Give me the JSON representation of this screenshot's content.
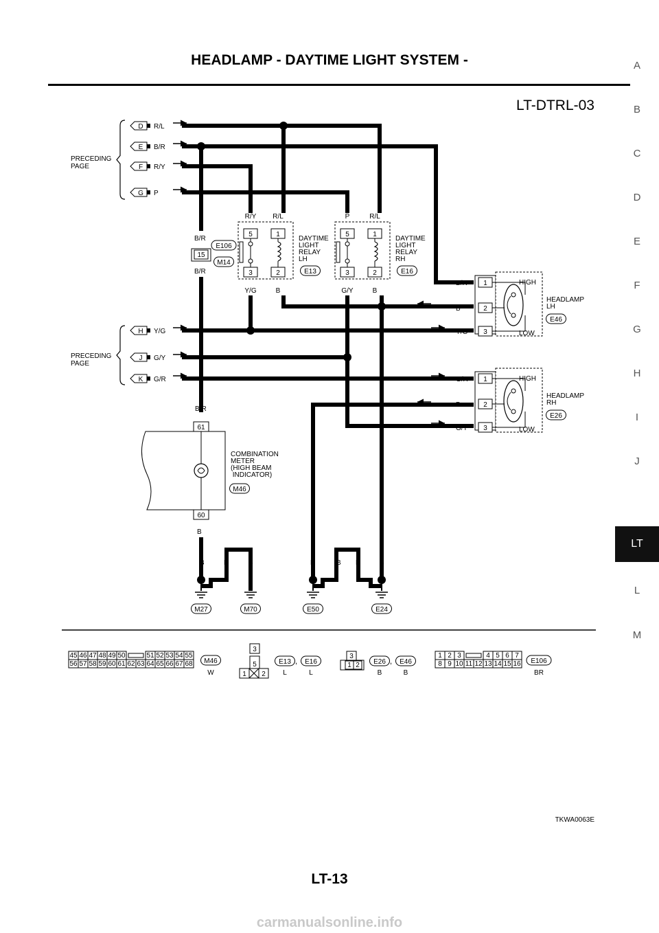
{
  "header": {
    "title": "HEADLAMP - DAYTIME LIGHT SYSTEM -"
  },
  "footer": {
    "page": "LT-13",
    "brand": "carmanualsonline.info"
  },
  "index_tabs": [
    {
      "label": "A",
      "active": false
    },
    {
      "label": "B",
      "active": false
    },
    {
      "label": "C",
      "active": false
    },
    {
      "label": "D",
      "active": false
    },
    {
      "label": "E",
      "active": false
    },
    {
      "label": "F",
      "active": false
    },
    {
      "label": "G",
      "active": false
    },
    {
      "label": "H",
      "active": false
    },
    {
      "label": "I",
      "active": false
    },
    {
      "label": "J",
      "active": false
    },
    {
      "label": "LT",
      "active": true
    },
    {
      "label": "L",
      "active": false
    },
    {
      "label": "M",
      "active": false
    }
  ],
  "diagram": {
    "id": "LT-DTRL-03",
    "ref_code": "TKWA0063E",
    "preceding_page": "PRECEDING\nPAGE",
    "top_inputs": [
      {
        "letter": "D",
        "wire": "R/L"
      },
      {
        "letter": "E",
        "wire": "B/R"
      },
      {
        "letter": "F",
        "wire": "R/Y"
      },
      {
        "letter": "G",
        "wire": "P"
      }
    ],
    "mid_inputs": [
      {
        "letter": "H",
        "wire": "Y/G"
      },
      {
        "letter": "J",
        "wire": "G/Y"
      },
      {
        "letter": "K",
        "wire": "G/R"
      }
    ],
    "relay_lh": {
      "name": "DAYTIME\nLIGHT\nRELAY\nLH",
      "conn": "E13",
      "top_wires": [
        "R/Y",
        "R/L"
      ],
      "pins_top": [
        "5",
        "1"
      ],
      "pins_bottom": [
        "3",
        "2"
      ],
      "bottom_wires": [
        "Y/G",
        "B"
      ]
    },
    "relay_rh": {
      "name": "DAYTIME\nLIGHT\nRELAY\nRH",
      "conn": "E16",
      "top_wires": [
        "P",
        "R/L"
      ],
      "pins_top": [
        "5",
        "1"
      ],
      "pins_bottom": [
        "3",
        "2"
      ],
      "bottom_wires": [
        "G/Y",
        "B"
      ]
    },
    "joint": {
      "conn_top": "E106",
      "conn_bottom": "M14",
      "pin": "15",
      "wire_top": "B/R",
      "wire_bottom": "B/R"
    },
    "headlamp_lh": {
      "name": "HEADLAMP\nLH",
      "conn": "E46",
      "wires": [
        "B/R",
        "B",
        "Y/G"
      ],
      "pins": [
        "1",
        "2",
        "3"
      ],
      "high": "HIGH",
      "low": "LOW"
    },
    "headlamp_rh": {
      "name": "HEADLAMP\nRH",
      "conn": "E26",
      "wires": [
        "G/R",
        "B",
        "G/Y"
      ],
      "pins": [
        "1",
        "2",
        "3"
      ],
      "high": "HIGH",
      "low": "LOW"
    },
    "meter": {
      "name": "COMBINATION\nMETER\n(HIGH BEAM\n  INDICATOR)",
      "conn": "M46",
      "pin_top": "61",
      "pin_bottom": "60",
      "wire_top": "B/R",
      "wire_bottom": "B"
    },
    "grounds": [
      "M27",
      "M70",
      "E50",
      "E24"
    ],
    "ground_wire": "B",
    "connectors": {
      "m46": {
        "top": [
          "45",
          "46",
          "47",
          "48",
          "49",
          "50",
          "51",
          "52",
          "53",
          "54",
          "55"
        ],
        "bottom": [
          "56",
          "57",
          "58",
          "59",
          "60",
          "61",
          "62",
          "63",
          "64",
          "65",
          "66",
          "67",
          "68"
        ],
        "code": "M46",
        "color": "W"
      },
      "relay": {
        "pins": [
          "3",
          "5",
          "1",
          "2"
        ],
        "codes": [
          "E13",
          "E16"
        ],
        "colors": [
          "L",
          "L"
        ]
      },
      "headlamp": {
        "pins": [
          "3",
          "1",
          "2"
        ],
        "codes": [
          "E26",
          "E46"
        ],
        "colors": [
          "B",
          "B"
        ]
      },
      "e106": {
        "top": [
          "1",
          "2",
          "3",
          "4",
          "5",
          "6",
          "7"
        ],
        "bottom": [
          "8",
          "9",
          "10",
          "11",
          "12",
          "13",
          "14",
          "15",
          "16"
        ],
        "code": "E106",
        "color": "BR"
      }
    }
  }
}
